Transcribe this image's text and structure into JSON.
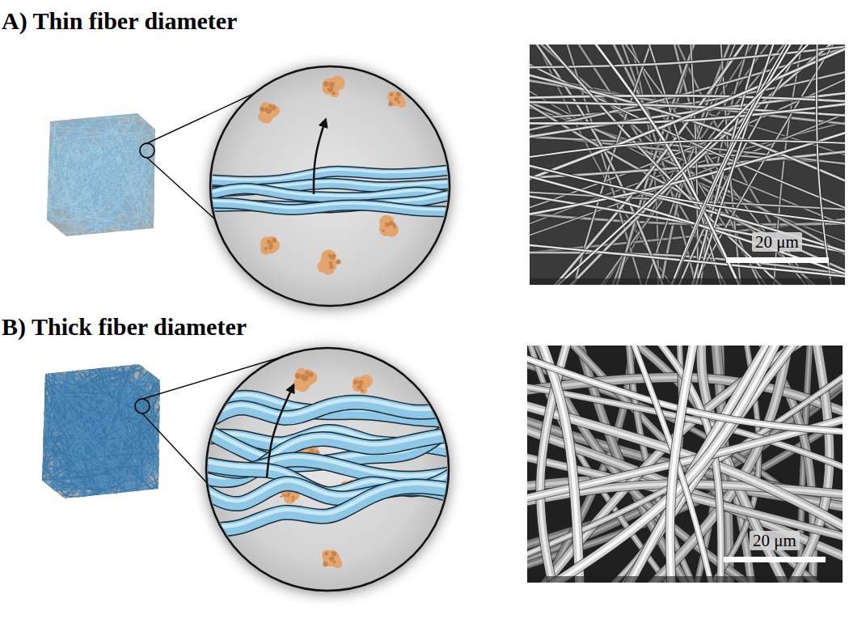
{
  "diagram": {
    "labels": [
      "A) Thin fiber diameter",
      "20 μm",
      "B) Thick fiber diameter",
      "20 μm"
    ]
  }
}
